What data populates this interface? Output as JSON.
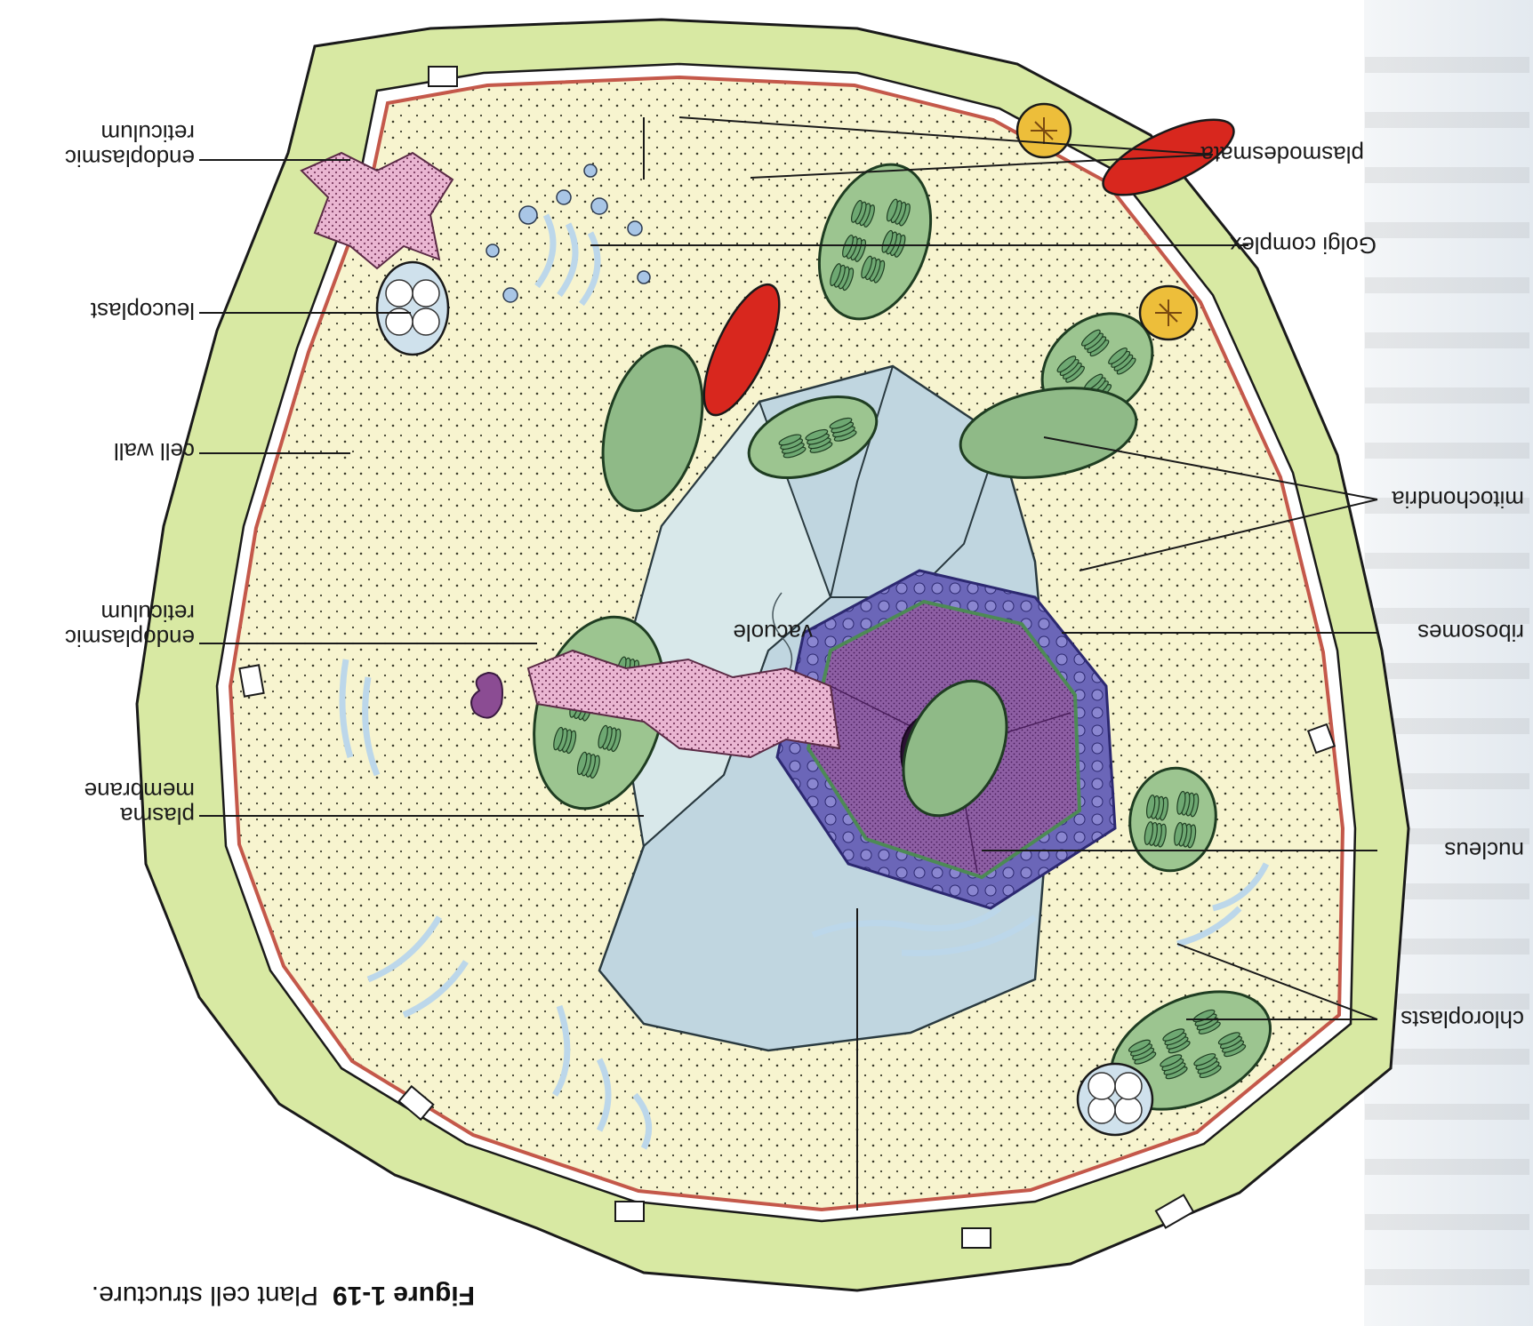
{
  "figure": {
    "number": "Figure 1-19",
    "title": "Plant cell structure."
  },
  "labels": {
    "er_top": [
      "endoplasmic",
      "reticulum"
    ],
    "plasmodesmata": "plasmodesmata",
    "golgi": "Golgi complex",
    "leucoplast": "leucoplast",
    "cell_wall": "cell wall",
    "mitochondria": "mitochondria",
    "er_bottom": [
      "endoplasmic",
      "reticulum"
    ],
    "vacuole": "vacuole",
    "ribosomes": "ribosomes",
    "plasma_membrane": [
      "plasma",
      "membrane"
    ],
    "nucleus": "nucleus",
    "chloroplasts": "chloroplasts"
  },
  "colors": {
    "cell_wall_fill": "#d8e9a3",
    "wall_outline": "#1a1a1a",
    "membrane": "#c4584a",
    "cytoplasm": "#f7f4cf",
    "chloroplast": "#9cc590",
    "chloroplast_grana": "#4f8a55",
    "vacuole_dark": "#c0d6e0",
    "vacuole_light": "#d8e8ea",
    "er_pink": "#eab6d2",
    "er_blue": "#bcd7ea",
    "nucleus_envelope": "#6b66b8",
    "nucleus_inner": "#8e5fa4",
    "nucleolus": "#2b1133",
    "mitochondrion_red": "#d8271e",
    "mitochondrion_yellow": "#edbe3a",
    "leucoplast": "#cfe1ec",
    "starch_vesicle": "#a9c6e6",
    "page_blue": "#e6ecf2"
  }
}
